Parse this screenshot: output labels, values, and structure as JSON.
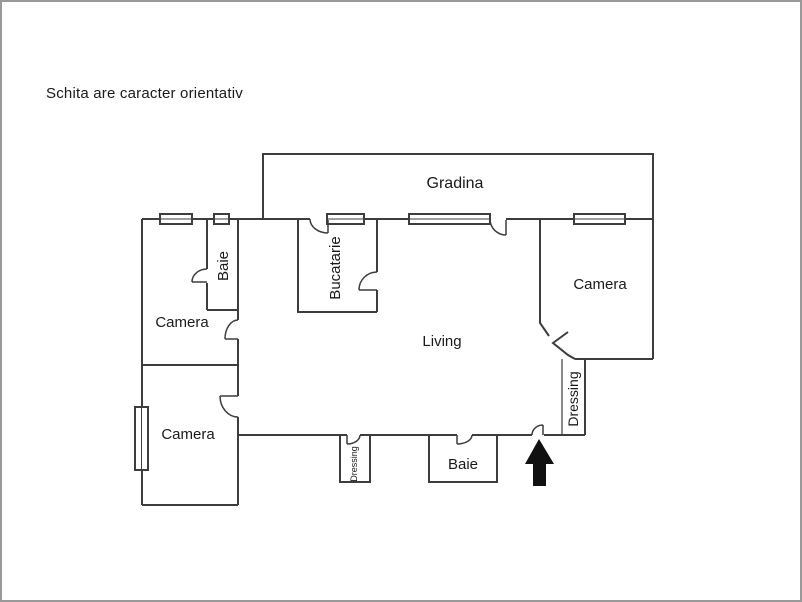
{
  "page": {
    "disclaimer": "Schita are caracter orientativ",
    "border_color": "#999999",
    "wall_color": "#3d3d3d",
    "arrow_color": "#111111"
  },
  "floor_plan": {
    "rooms": {
      "gradina": "Gradina",
      "bucatarie": "Bucatarie",
      "baie_top": "Baie",
      "camera_left_upper": "Camera",
      "camera_left_lower": "Camera",
      "living": "Living",
      "camera_right": "Camera",
      "dressing_right": "Dressing",
      "dressing_bottom": "Dressing",
      "baie_bottom": "Baie"
    },
    "icons": {
      "entrance_arrow": "entrance-arrow-up"
    }
  }
}
